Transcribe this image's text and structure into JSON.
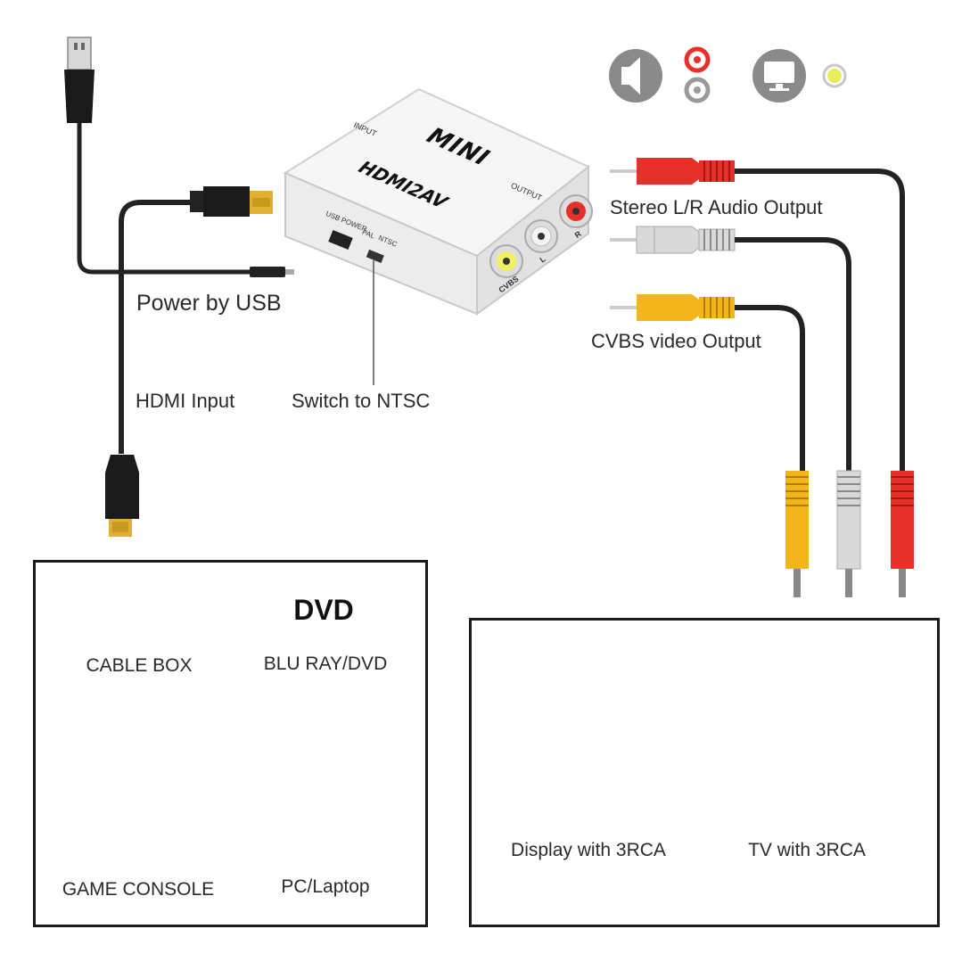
{
  "device": {
    "brand": "MINI",
    "model": "HDMI2AV",
    "port_input": "INPUT",
    "port_output": "OUTPUT",
    "port_power": "USB POWER",
    "switch_pal": "PAL",
    "switch_ntsc": "NTSC",
    "jack_cvbs": "CVBS",
    "jack_l": "L",
    "jack_r": "R"
  },
  "labels": {
    "power": "Power by USB",
    "hdmi_input": "HDMI Input",
    "switch": "Switch to NTSC",
    "audio_output": "Stereo L/R Audio Output",
    "video_output": "CVBS video Output"
  },
  "sources": {
    "cable_box": "CABLE BOX",
    "dvd_logo": "DVD",
    "bluray": "BLU RAY/DVD",
    "game_console": "GAME CONSOLE",
    "pc": "PC/Laptop"
  },
  "outputs": {
    "display": "Display with 3RCA",
    "tv": "TV with 3RCA"
  },
  "legend_icons": [
    "speaker-icon",
    "red-white-rca-icon",
    "monitor-icon",
    "yellow-rca-icon"
  ],
  "colors": {
    "rca_red": "#e8302a",
    "rca_white": "#d9d9d9",
    "rca_yellow": "#f2b51c",
    "hdmi_gold": "#e0b030",
    "cable": "#222222"
  }
}
